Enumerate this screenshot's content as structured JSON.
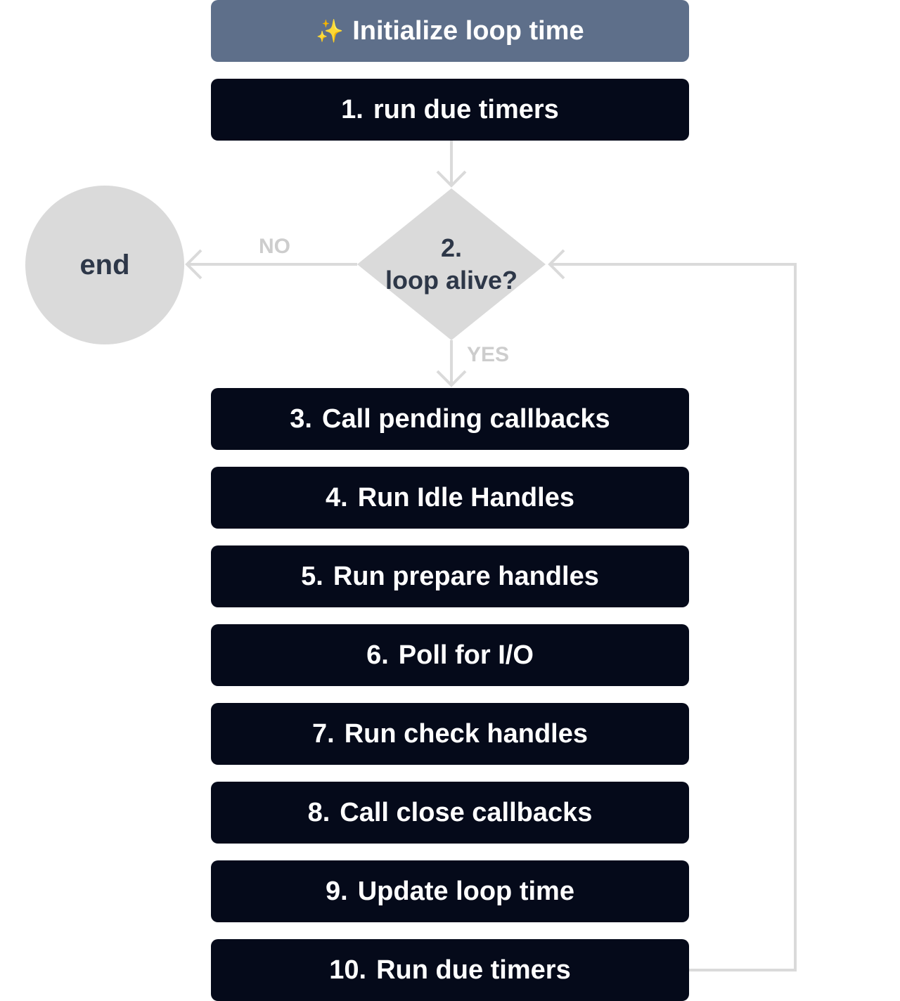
{
  "diagram": {
    "init": {
      "icon": "sparkles-icon",
      "label": "Initialize loop time"
    },
    "first_step": {
      "number": "1.",
      "label": "run due timers"
    },
    "decision": {
      "number": "2.",
      "label": "loop alive?"
    },
    "end": {
      "label": "end"
    },
    "branches": {
      "no": "NO",
      "yes": "YES"
    },
    "steps": [
      {
        "number": "3.",
        "label": "Call pending callbacks"
      },
      {
        "number": "4.",
        "label": "Run Idle Handles"
      },
      {
        "number": "5.",
        "label": "Run prepare handles"
      },
      {
        "number": "6.",
        "label": "Poll for I/O"
      },
      {
        "number": "7.",
        "label": "Run check handles"
      },
      {
        "number": "8.",
        "label": "Call close callbacks"
      },
      {
        "number": "9.",
        "label": "Update loop time"
      },
      {
        "number": "10.",
        "label": "Run due timers"
      }
    ]
  },
  "colors": {
    "step_background": "#050a1a",
    "init_background": "#5e6f8a",
    "decision_fill": "#dadada",
    "connector": "#dadada",
    "label_text": "#2d3748",
    "branch_label": "#cdcdcd",
    "sparkle": "#f5c542"
  }
}
